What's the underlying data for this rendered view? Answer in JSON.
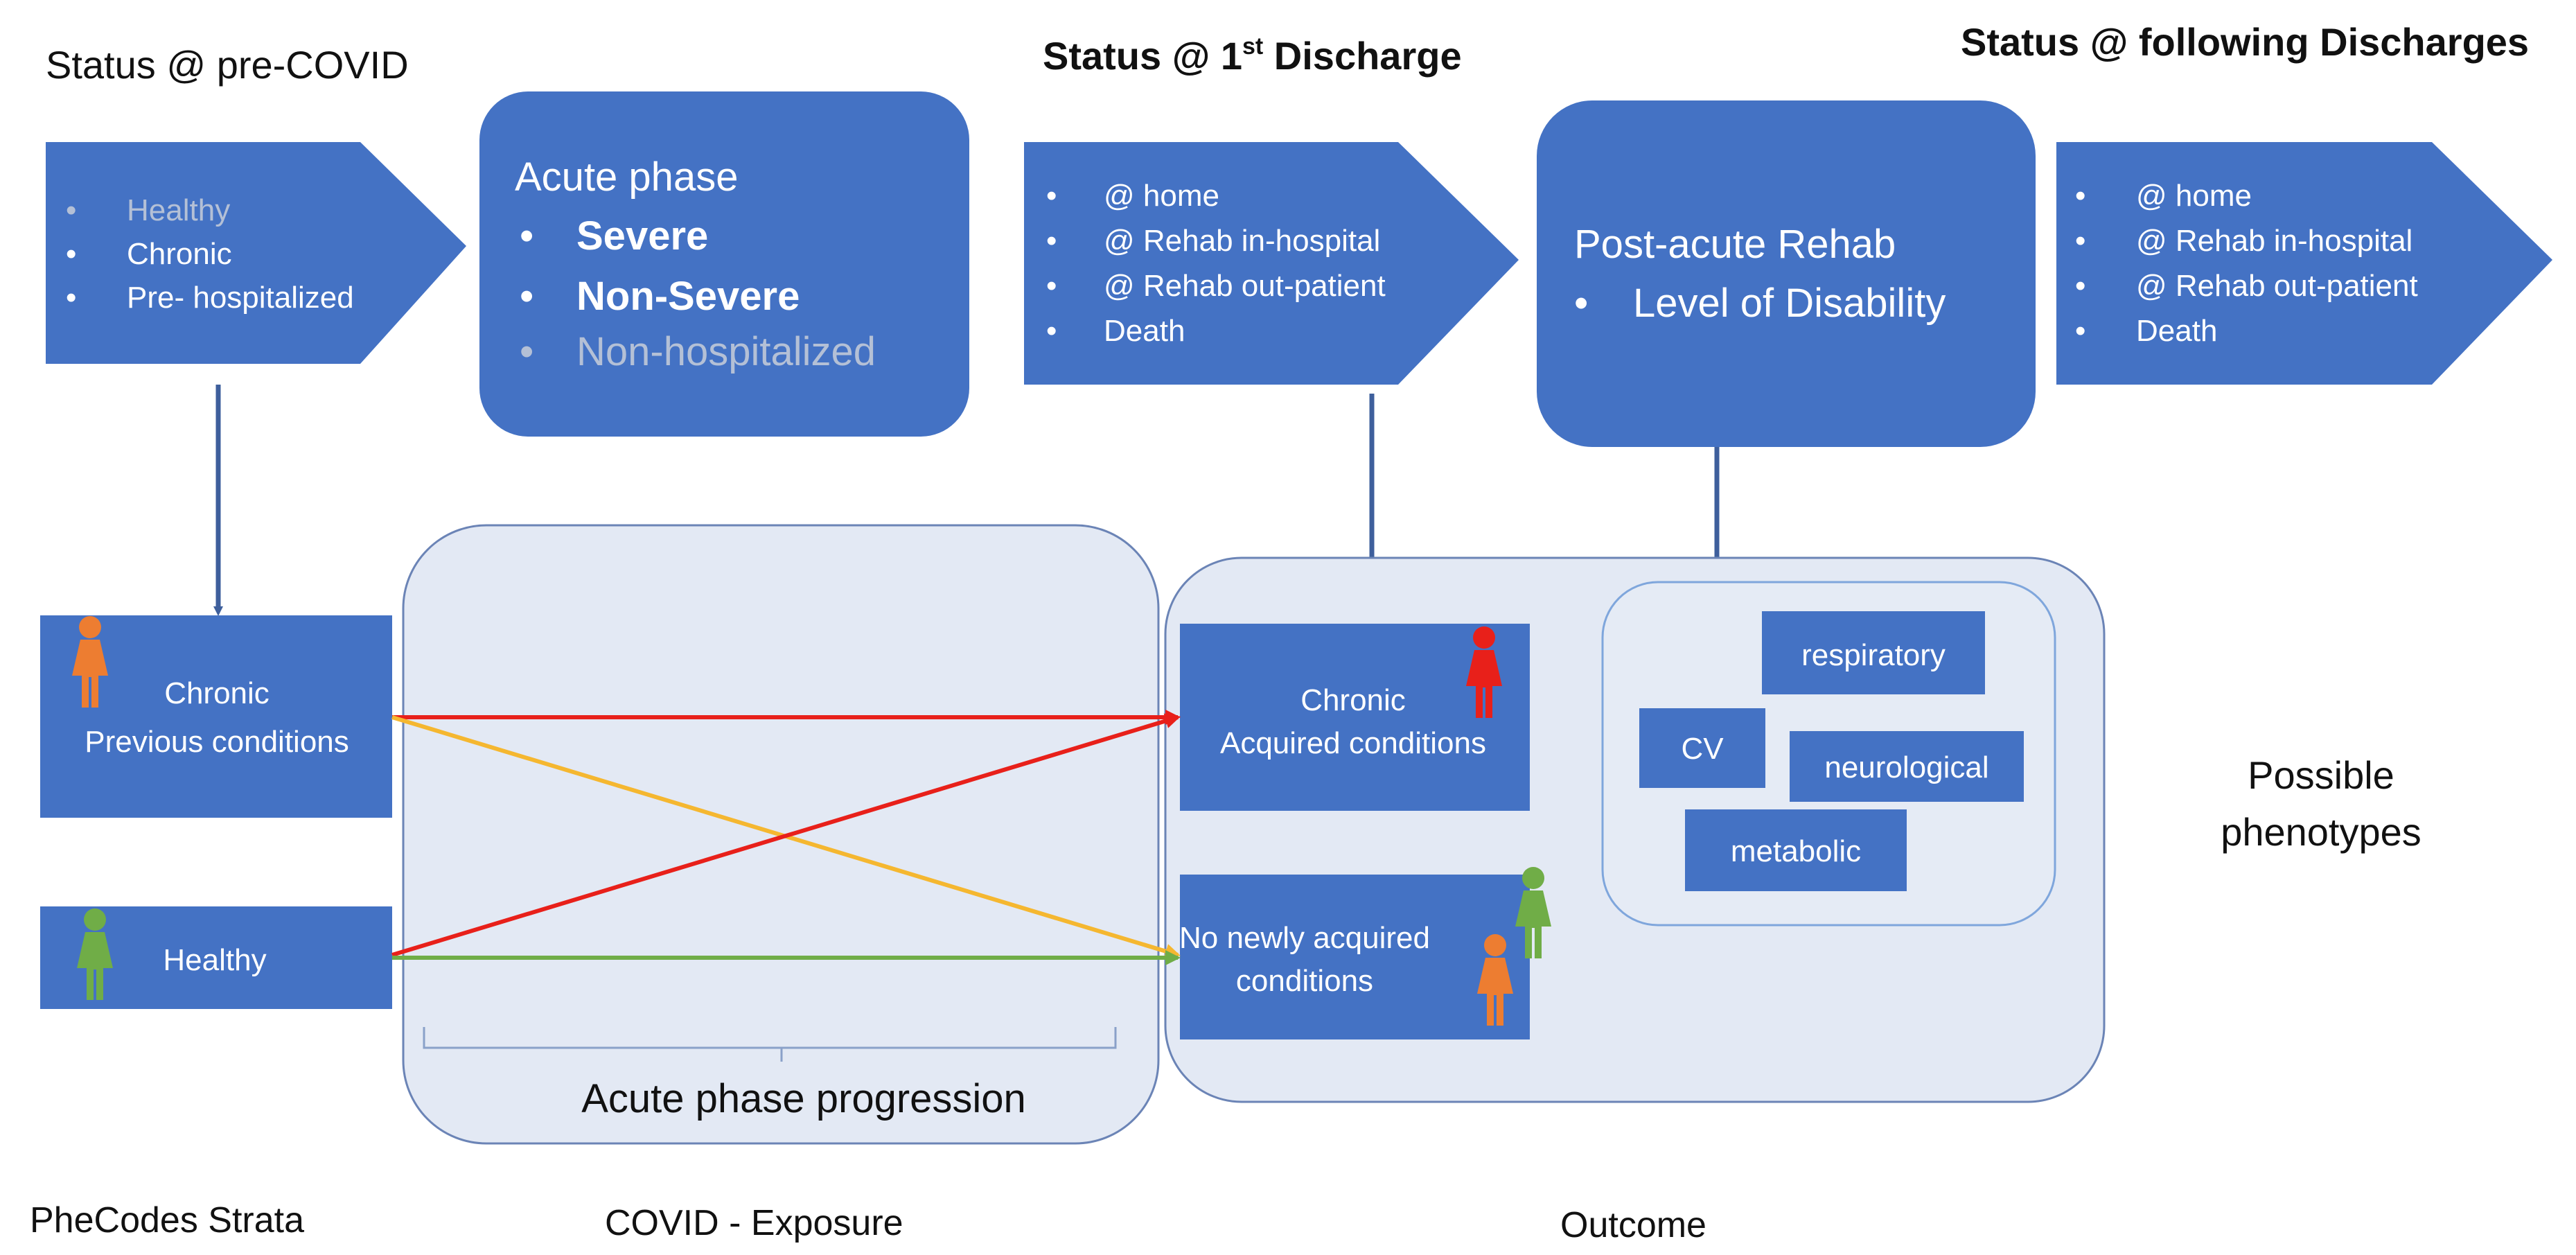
{
  "headers": {
    "pre_covid": "Status @ pre-COVID",
    "first_discharge": "Status @ 1st Discharge",
    "following_discharges": "Status @ following Discharges"
  },
  "pre_covid_box": {
    "items": [
      {
        "text": "Healthy",
        "muted": true
      },
      {
        "text": "Chronic",
        "muted": false
      },
      {
        "text": "Pre- hospitalized",
        "muted": false
      }
    ]
  },
  "acute_phase_box": {
    "title": "Acute phase",
    "items": [
      {
        "text": "Severe",
        "muted": false
      },
      {
        "text": "Non-Severe",
        "muted": false
      },
      {
        "text": "Non-hospitalized",
        "muted": true
      }
    ]
  },
  "first_discharge_box": {
    "items": [
      "@ home",
      "@ Rehab in-hospital",
      "@ Rehab out-patient",
      "Death"
    ]
  },
  "post_acute_box": {
    "title": "Post-acute Rehab",
    "items": [
      "Level of Disability"
    ]
  },
  "following_discharge_box": {
    "items": [
      "@ home",
      "@ Rehab in-hospital",
      "@ Rehab out-patient",
      "Death"
    ]
  },
  "strata": {
    "chronic": [
      "Chronic",
      "Previous conditions"
    ],
    "healthy": "Healthy"
  },
  "exposure": {
    "label": "Acute phase progression"
  },
  "outcomes": {
    "chronic_acquired": [
      "Chronic",
      "Acquired conditions"
    ],
    "no_new": [
      "No newly acquired",
      "conditions"
    ]
  },
  "phenotypes": {
    "respiratory": "respiratory",
    "cv": "CV",
    "neurological": "neurological",
    "metabolic": "metabolic",
    "possible": [
      "Possible",
      "phenotypes"
    ]
  },
  "footer": {
    "strata": "PheCodes Strata",
    "exposure": "COVID - Exposure",
    "outcome": "Outcome"
  },
  "colors": {
    "box_blue": "#4472c4",
    "pale_fill": "#e3e9f4",
    "line_red": "#e8201a",
    "line_yellow": "#f5b730",
    "line_green": "#70ad47",
    "person_orange": "#ed7d31",
    "person_green": "#70ad47",
    "person_red": "#e8201a",
    "muted_text": "#b4c0d6"
  }
}
